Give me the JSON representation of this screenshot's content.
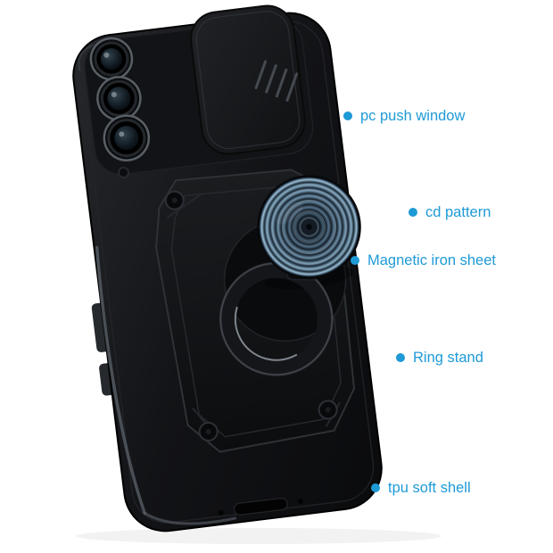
{
  "background_color": "#ffffff",
  "accent_color": "#1e9ad6",
  "annotations": [
    {
      "label": "pc push window",
      "target": "slide-camera-cover"
    },
    {
      "label": "cd pattern",
      "target": "cd-pattern-disc"
    },
    {
      "label": "Magnetic iron sheet",
      "target": "magnetic-iron-sheet-disc"
    },
    {
      "label": "Ring stand",
      "target": "ring-stand"
    },
    {
      "label": "tpu soft shell",
      "target": "tpu-case-shell"
    }
  ]
}
